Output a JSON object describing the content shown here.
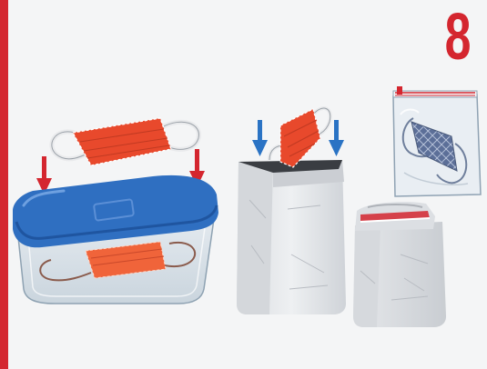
{
  "step": {
    "number": "8"
  },
  "colors": {
    "accent_red": "#d4262f",
    "lid_blue": "#2f6fc1",
    "arrow_blue": "#2a73c4",
    "mask_orange": "#e8492c",
    "bag_grey": "#e4e6e9",
    "background": "#f4f5f6"
  },
  "illustrations": [
    {
      "name": "mask-in-plastic-container",
      "icon": "food-container-icon"
    },
    {
      "name": "mask-in-paper-bag",
      "icon": "paper-bag-icon"
    },
    {
      "name": "folded-paper-bag",
      "icon": "closed-paper-bag-icon"
    },
    {
      "name": "mask-in-zip-bag",
      "icon": "zip-bag-icon"
    }
  ]
}
